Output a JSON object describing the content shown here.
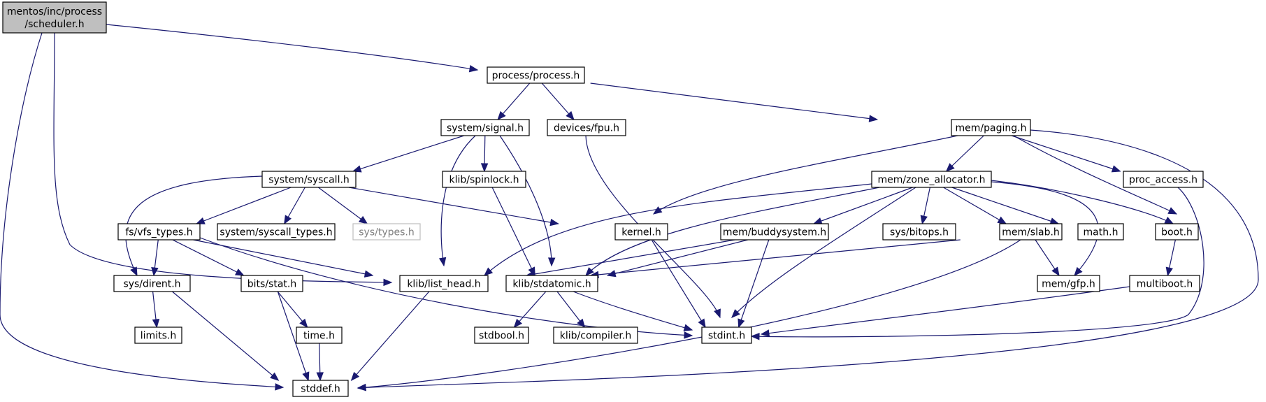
{
  "graph": {
    "nodes": [
      {
        "id": "scheduler",
        "lines": [
          "mentos/inc/process",
          "/scheduler.h"
        ],
        "kind": "root"
      },
      {
        "id": "process",
        "lines": [
          "process/process.h"
        ]
      },
      {
        "id": "signal",
        "lines": [
          "system/signal.h"
        ]
      },
      {
        "id": "fpu",
        "lines": [
          "devices/fpu.h"
        ]
      },
      {
        "id": "paging",
        "lines": [
          "mem/paging.h"
        ]
      },
      {
        "id": "syscall",
        "lines": [
          "system/syscall.h"
        ]
      },
      {
        "id": "spinlock",
        "lines": [
          "klib/spinlock.h"
        ]
      },
      {
        "id": "zone",
        "lines": [
          "mem/zone_allocator.h"
        ]
      },
      {
        "id": "proc_access",
        "lines": [
          "proc_access.h"
        ]
      },
      {
        "id": "vfs_types",
        "lines": [
          "fs/vfs_types.h"
        ]
      },
      {
        "id": "syscall_types",
        "lines": [
          "system/syscall_types.h"
        ]
      },
      {
        "id": "sys_types",
        "lines": [
          "sys/types.h"
        ],
        "kind": "ext"
      },
      {
        "id": "kernel",
        "lines": [
          "kernel.h"
        ]
      },
      {
        "id": "buddy",
        "lines": [
          "mem/buddysystem.h"
        ]
      },
      {
        "id": "bitops",
        "lines": [
          "sys/bitops.h"
        ]
      },
      {
        "id": "slab",
        "lines": [
          "mem/slab.h"
        ]
      },
      {
        "id": "math",
        "lines": [
          "math.h"
        ]
      },
      {
        "id": "boot",
        "lines": [
          "boot.h"
        ]
      },
      {
        "id": "dirent",
        "lines": [
          "sys/dirent.h"
        ]
      },
      {
        "id": "stat",
        "lines": [
          "bits/stat.h"
        ]
      },
      {
        "id": "list_head",
        "lines": [
          "klib/list_head.h"
        ]
      },
      {
        "id": "stdatomic",
        "lines": [
          "klib/stdatomic.h"
        ]
      },
      {
        "id": "gfp",
        "lines": [
          "mem/gfp.h"
        ]
      },
      {
        "id": "multiboot",
        "lines": [
          "multiboot.h"
        ]
      },
      {
        "id": "limits",
        "lines": [
          "limits.h"
        ]
      },
      {
        "id": "time",
        "lines": [
          "time.h"
        ]
      },
      {
        "id": "stdbool",
        "lines": [
          "stdbool.h"
        ]
      },
      {
        "id": "compiler",
        "lines": [
          "klib/compiler.h"
        ]
      },
      {
        "id": "stdint",
        "lines": [
          "stdint.h"
        ]
      },
      {
        "id": "stddef",
        "lines": [
          "stddef.h"
        ]
      }
    ],
    "edges": [
      [
        "scheduler",
        "process"
      ],
      [
        "scheduler",
        "list_head"
      ],
      [
        "scheduler",
        "stddef"
      ],
      [
        "process",
        "signal"
      ],
      [
        "process",
        "fpu"
      ],
      [
        "process",
        "paging"
      ],
      [
        "signal",
        "syscall"
      ],
      [
        "signal",
        "spinlock"
      ],
      [
        "signal",
        "list_head"
      ],
      [
        "signal",
        "stdatomic"
      ],
      [
        "fpu",
        "stdint"
      ],
      [
        "paging",
        "zone"
      ],
      [
        "paging",
        "proc_access"
      ],
      [
        "paging",
        "kernel"
      ],
      [
        "paging",
        "boot"
      ],
      [
        "paging",
        "stddef"
      ],
      [
        "syscall",
        "vfs_types"
      ],
      [
        "syscall",
        "syscall_types"
      ],
      [
        "syscall",
        "sys_types"
      ],
      [
        "syscall",
        "kernel"
      ],
      [
        "syscall",
        "dirent"
      ],
      [
        "spinlock",
        "stdatomic"
      ],
      [
        "zone",
        "buddy"
      ],
      [
        "zone",
        "bitops"
      ],
      [
        "zone",
        "slab"
      ],
      [
        "zone",
        "math"
      ],
      [
        "zone",
        "boot"
      ],
      [
        "zone",
        "gfp"
      ],
      [
        "zone",
        "list_head"
      ],
      [
        "zone",
        "stdatomic"
      ],
      [
        "zone",
        "stdint"
      ],
      [
        "proc_access",
        "stdint"
      ],
      [
        "vfs_types",
        "dirent"
      ],
      [
        "vfs_types",
        "stat"
      ],
      [
        "vfs_types",
        "list_head"
      ],
      [
        "vfs_types",
        "stdint"
      ],
      [
        "kernel",
        "stdint"
      ],
      [
        "buddy",
        "list_head"
      ],
      [
        "buddy",
        "stdatomic"
      ],
      [
        "buddy",
        "stdint"
      ],
      [
        "slab",
        "list_head"
      ],
      [
        "slab",
        "gfp"
      ],
      [
        "slab",
        "stddef"
      ],
      [
        "boot",
        "multiboot"
      ],
      [
        "dirent",
        "limits"
      ],
      [
        "dirent",
        "stddef"
      ],
      [
        "stat",
        "time"
      ],
      [
        "stat",
        "stddef"
      ],
      [
        "list_head",
        "stddef"
      ],
      [
        "stdatomic",
        "stdbool"
      ],
      [
        "stdatomic",
        "compiler"
      ],
      [
        "stdatomic",
        "stdint"
      ],
      [
        "multiboot",
        "stdint"
      ],
      [
        "time",
        "stddef"
      ]
    ]
  }
}
